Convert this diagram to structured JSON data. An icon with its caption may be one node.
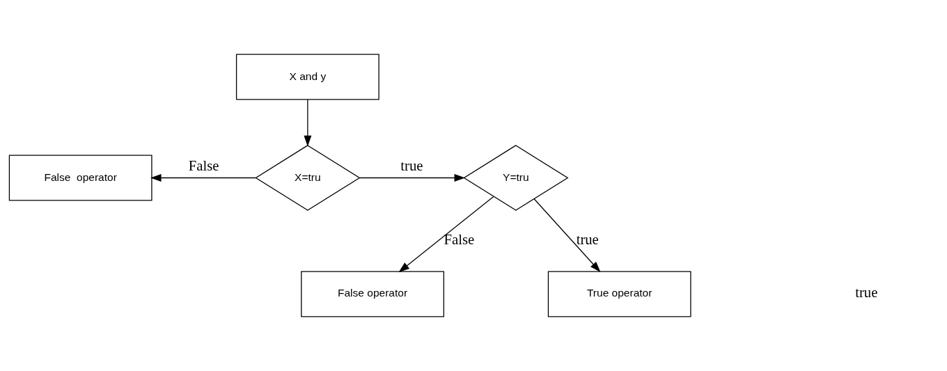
{
  "diagram": {
    "nodes": [
      {
        "text": [
          "X and y"
        ]
      },
      {
        "text": [
          "X=tru"
        ]
      },
      {
        "text": [
          "False  operator"
        ]
      },
      {
        "text": [
          "Y=tru"
        ]
      },
      {
        "text": [
          "False operator"
        ]
      },
      {
        "text": [
          "True operator"
        ]
      }
    ],
    "edges": [
      {
        "from": 0,
        "to": 1,
        "arrow": "to"
      },
      {
        "from": 1,
        "to": 2,
        "arrow": "to",
        "label": "False"
      },
      {
        "from": 1,
        "to": 3,
        "arrow": "to",
        "label": "true"
      },
      {
        "from": 3,
        "to": 4,
        "arrow": "to",
        "label": "False"
      },
      {
        "from": 3,
        "to": 5,
        "arrow": "to",
        "label": "true"
      }
    ],
    "labels": [
      "true"
    ]
  }
}
